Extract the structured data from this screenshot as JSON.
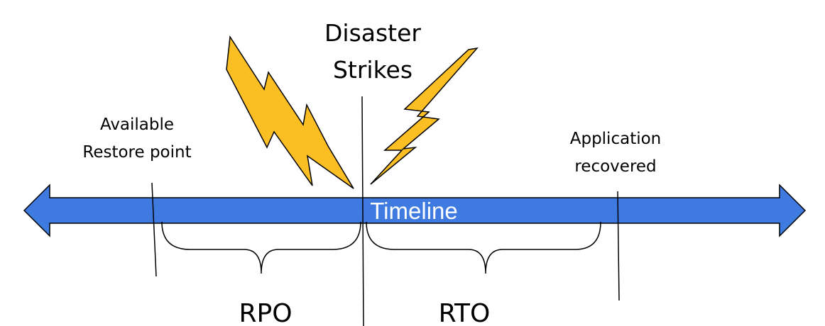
{
  "labels": {
    "disaster_line1": "Disaster",
    "disaster_line2": "Strikes",
    "available_line1": "Available",
    "available_line2": "Restore point",
    "application_line1": "Application",
    "application_line2": "recovered",
    "timeline": "Timeline",
    "rpo": "RPO",
    "rto": "RTO"
  },
  "colors": {
    "timeline_arrow": "#3f7ae0",
    "lightning_fill": "#fbbf24",
    "outline": "#000000",
    "timeline_text": "#ffffff"
  },
  "icons": [
    "lightning-bolt-icon",
    "lightning-bolt-icon"
  ]
}
